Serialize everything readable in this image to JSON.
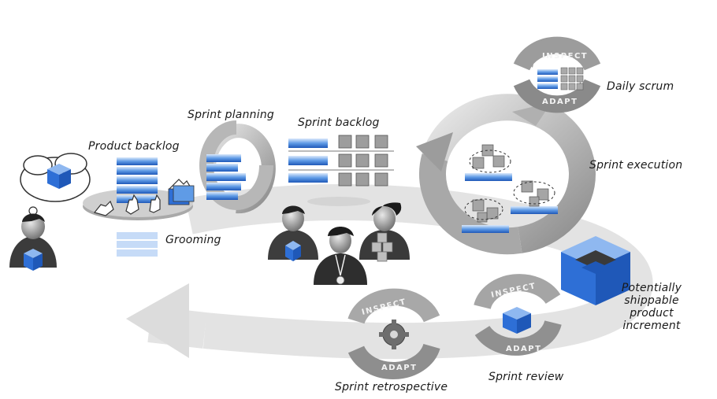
{
  "labels": {
    "product_backlog": "Product backlog",
    "sprint_planning": "Sprint planning",
    "sprint_backlog": "Sprint backlog",
    "daily_scrum": "Daily scrum",
    "sprint_execution": "Sprint execution",
    "grooming": "Grooming",
    "potentially_shippable": "Potentially shippable product increment",
    "sprint_review": "Sprint review",
    "sprint_retrospective": "Sprint retrospective"
  },
  "ring_words": {
    "inspect": "INSPECT",
    "adapt": "ADAPT"
  },
  "colors": {
    "ring_gray": "#c9c9c9",
    "ring_dark": "#8c8c8c",
    "accent_blue": "#2e6fd6",
    "light_blue": "#8fb8f0",
    "cube_gray": "#a8a8a8"
  }
}
